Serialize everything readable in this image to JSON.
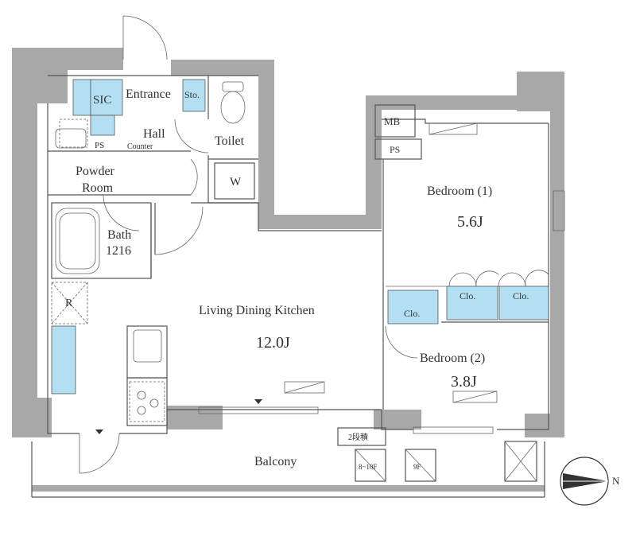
{
  "plan": {
    "rooms": {
      "sic": "SIC",
      "entrance": "Entrance",
      "storage": "Sto.",
      "hall": "Hall",
      "toilet": "Toilet",
      "ps1": "PS",
      "counter": "Counter",
      "powder_room_line1": "Powder",
      "powder_room_line2": "Room",
      "washer": "W",
      "bath": "Bath",
      "bath_size": "1216",
      "refrigerator": "R",
      "mb": "MB",
      "ps2": "PS",
      "bedroom1": "Bedroom (1)",
      "bedroom1_size": "5.6J",
      "bedroom2": "Bedroom (2)",
      "bedroom2_size": "3.8J",
      "closet1": "Clo.",
      "closet2": "Clo.",
      "closet3": "Clo.",
      "ldk": "Living Dining Kitchen",
      "ldk_size": "12.0J",
      "balcony": "Balcony",
      "note_2dan": "2段積",
      "note_floors1": "8~10F",
      "note_floors2": "9F"
    },
    "compass": {
      "label": "N",
      "icon": "compass-arrow-icon"
    },
    "colors": {
      "wall": "#a8a8a8",
      "storage_fill": "#b3dff2",
      "line": "#555555"
    }
  }
}
